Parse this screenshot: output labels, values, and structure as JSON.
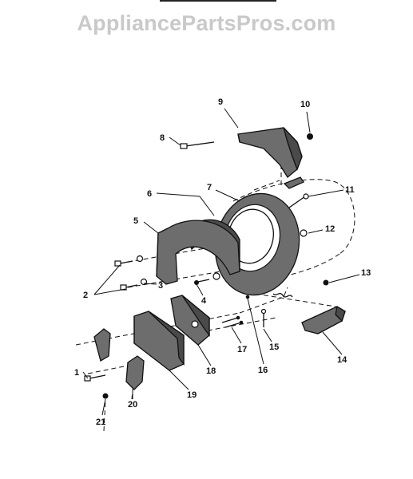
{
  "watermark": {
    "text": "AppliancePartsPros.com",
    "color": "#c9c9c9"
  },
  "callouts": {
    "c1": "1",
    "c2": "2",
    "c3": "3",
    "c4": "4",
    "c5": "5",
    "c6": "6",
    "c7": "7",
    "c8": "8",
    "c9": "9",
    "c10": "10",
    "c11": "11",
    "c12": "12",
    "c13": "13",
    "c14": "14",
    "c15": "15",
    "c16": "16",
    "c17": "17",
    "c18": "18",
    "c19": "19",
    "c20": "20",
    "c21": "21"
  }
}
